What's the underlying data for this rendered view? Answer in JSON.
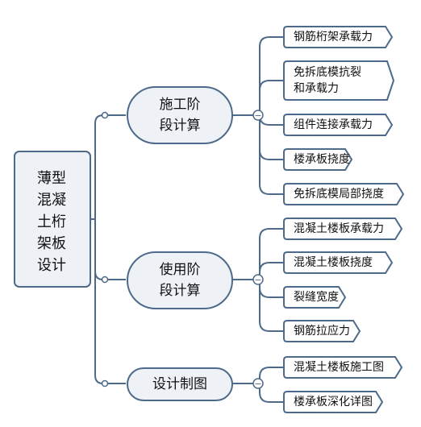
{
  "colors": {
    "line": "#4e6a8a",
    "root_fill": "#eef2f7",
    "mid_fill": "#eef2f7",
    "leaf_fill": "#ffffff",
    "dot_fill": "#ffffff"
  },
  "root": {
    "label": "薄型\n混凝\n土桁\n架板\n设计"
  },
  "stages": [
    {
      "label": "施工阶\n段计算",
      "toggle": "−",
      "items": [
        "钢筋桁架承载力",
        "免拆底模抗裂\n和承载力",
        "组件连接承载力",
        "楼承板挠度",
        "免拆底模局部挠度"
      ]
    },
    {
      "label": "使用阶\n段计算",
      "toggle": "−",
      "items": [
        "混凝土楼板承载力",
        "混凝土楼板挠度",
        "裂缝宽度",
        "钢筋拉应力"
      ]
    },
    {
      "label": "设计制图",
      "toggle": "−",
      "items": [
        "混凝土楼板施工图",
        "楼承板深化详图"
      ]
    }
  ]
}
